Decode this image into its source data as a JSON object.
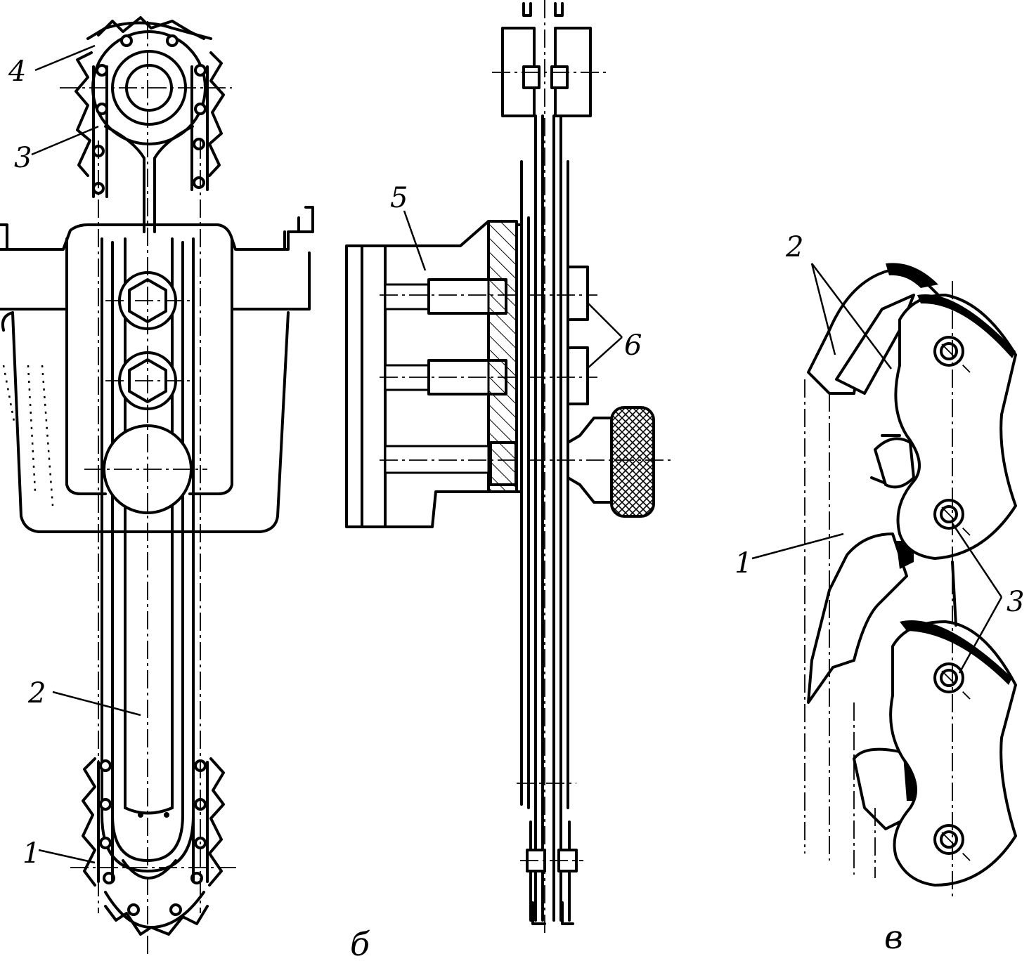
{
  "labels": {
    "view_a": {
      "tooth": "4",
      "sprocket": "3",
      "bar": "2",
      "chain": "1"
    },
    "view_b": {
      "housing": "5",
      "screws": "6",
      "caption": "б"
    },
    "view_c": {
      "links": "2",
      "cutters": "1",
      "pins": "3",
      "caption": "в"
    }
  },
  "colors": {
    "ink": "#000000",
    "paper": "#ffffff"
  }
}
